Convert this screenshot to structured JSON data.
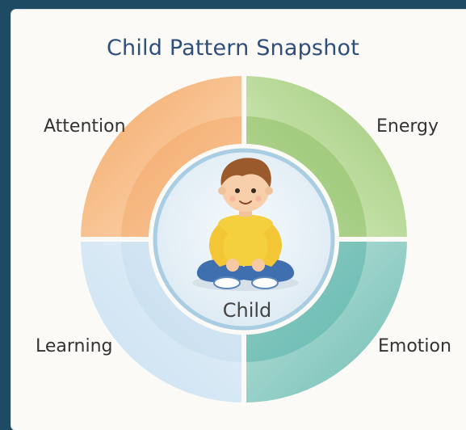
{
  "title": "Child Pattern Snapshot",
  "center_label": "Child",
  "quadrants": [
    {
      "name": "Attention",
      "color": "#f0a060"
    },
    {
      "name": "Energy",
      "color": "#8cc063"
    },
    {
      "name": "Learning",
      "color": "#a8cde8"
    },
    {
      "name": "Emotion",
      "color": "#55b3aa"
    }
  ]
}
